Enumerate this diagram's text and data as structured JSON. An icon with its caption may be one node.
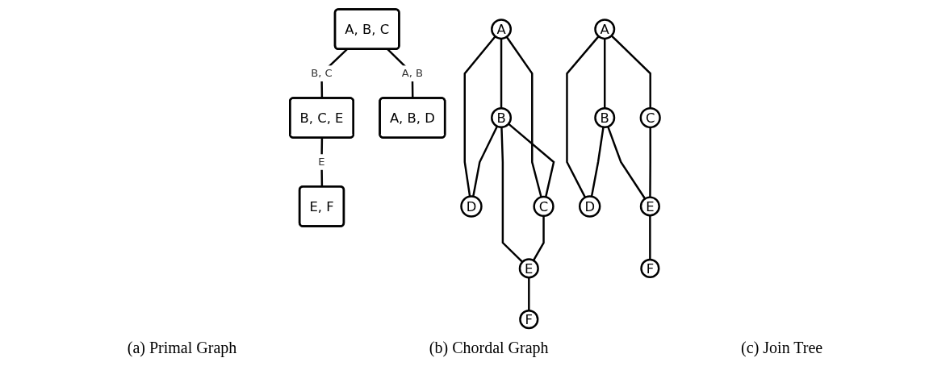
{
  "diagram": {
    "nodes": [
      {
        "text": [
          "A"
        ]
      },
      {
        "text": [
          "B"
        ]
      },
      {
        "text": [
          "C"
        ]
      },
      {
        "text": [
          "D"
        ]
      },
      {
        "text": [
          "E"
        ]
      },
      {
        "text": [
          "F"
        ]
      },
      {
        "text": [
          "A"
        ]
      },
      {
        "text": [
          "B"
        ]
      },
      {
        "text": [
          "C"
        ]
      },
      {
        "text": [
          "D"
        ]
      },
      {
        "text": [
          "E"
        ]
      },
      {
        "text": [
          "F"
        ]
      },
      {
        "text": [
          "A, B, C"
        ]
      },
      {
        "text": [
          "A, B, D"
        ]
      },
      {
        "text": [
          "B, C, E"
        ]
      },
      {
        "text": [
          "E, F"
        ]
      }
    ],
    "edges": [
      {
        "from": 0,
        "to": 1,
        "arrow": "none"
      },
      {
        "from": 0,
        "to": 3,
        "arrow": "none"
      },
      {
        "from": 0,
        "to": 2,
        "arrow": "none"
      },
      {
        "from": 1,
        "to": 3,
        "arrow": "none"
      },
      {
        "from": 1,
        "to": 4,
        "arrow": "none"
      },
      {
        "from": 2,
        "to": 4,
        "arrow": "none"
      },
      {
        "from": 4,
        "to": 5,
        "arrow": "none"
      },
      {
        "from": 6,
        "to": 7,
        "arrow": "none"
      },
      {
        "from": 6,
        "to": 9,
        "arrow": "none"
      },
      {
        "from": 6,
        "to": 8,
        "arrow": "none"
      },
      {
        "from": 7,
        "to": 8,
        "arrow": "none"
      },
      {
        "from": 7,
        "to": 9,
        "arrow": "none"
      },
      {
        "from": 7,
        "to": 10,
        "arrow": "none"
      },
      {
        "from": 8,
        "to": 10,
        "arrow": "none"
      },
      {
        "from": 10,
        "to": 11,
        "arrow": "none"
      },
      {
        "from": 12,
        "to": 13,
        "arrow": "none",
        "label": "A, B"
      },
      {
        "from": 12,
        "to": 14,
        "arrow": "none",
        "label": "B, C"
      },
      {
        "from": 14,
        "to": 15,
        "arrow": "none",
        "label": "E"
      }
    ],
    "labels": [
      "(a) Primal Graph",
      "(b) Chordal Graph",
      "(c) Join Tree"
    ]
  }
}
